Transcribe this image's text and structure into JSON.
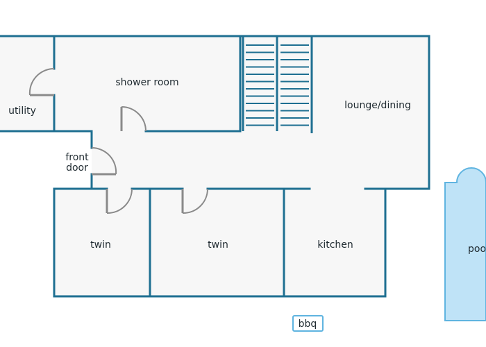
{
  "rooms": {
    "utility": "utility",
    "shower_room": "shower room",
    "lounge_dining": "lounge/dining",
    "front_door_line1": "front",
    "front_door_line2": "door",
    "twin_left": "twin",
    "twin_middle": "twin",
    "kitchen": "kitchen",
    "pool": "pool",
    "bbq": "bbq"
  },
  "colors": {
    "wall": "#1e6f91",
    "floor": "#f7f7f7",
    "door": "#8a8a8a",
    "pool_fill": "#bfe3f7",
    "pool_edge": "#5fb4e0",
    "text": "#1f2a30"
  }
}
